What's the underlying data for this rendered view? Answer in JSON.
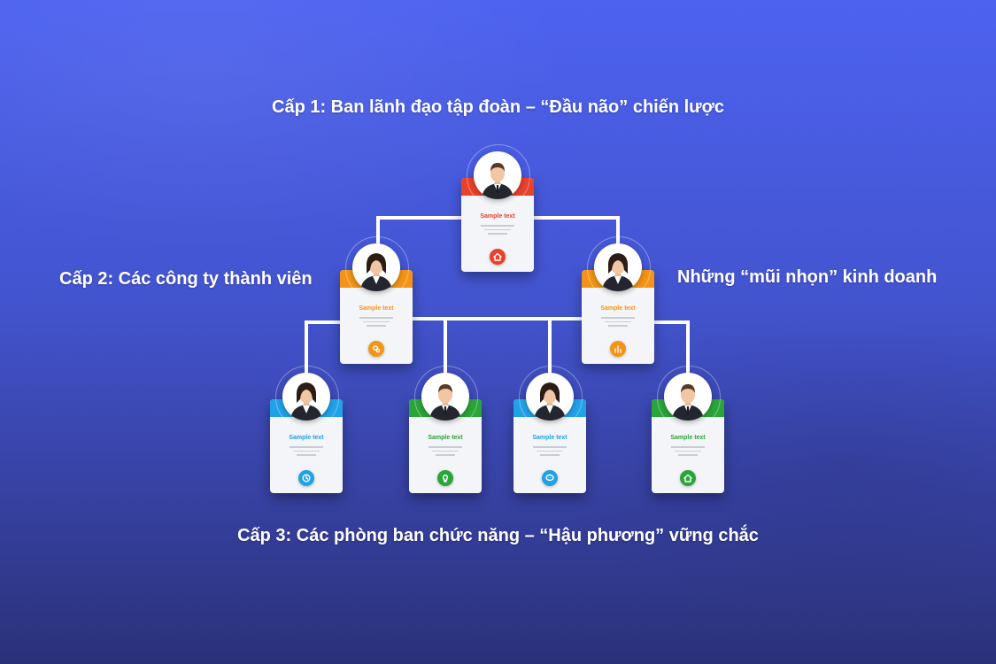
{
  "labels": {
    "level1": "Cấp 1: Ban lãnh đạo tập đoàn – “Đầu não” chiến lược",
    "level2": "Cấp 2: Các công ty thành viên",
    "level2_right": "Những “mũi nhọn” kinh doanh",
    "level3": "Cấp 3: Các phòng ban chức năng – “Hậu phương” vững chắc"
  },
  "nodes": [
    {
      "id": "top",
      "title": "Sample text",
      "color": "#e8412c",
      "person": "male",
      "icon": "house-dollar-icon"
    },
    {
      "id": "mid-left",
      "title": "Sample text",
      "color": "#f39417",
      "person": "female",
      "icon": "gears-icon"
    },
    {
      "id": "mid-right",
      "title": "Sample text",
      "color": "#f39417",
      "person": "female",
      "icon": "bar-chart-icon"
    },
    {
      "id": "bottom-1",
      "title": "Sample text",
      "color": "#21a1e6",
      "person": "female",
      "icon": "clock-icon"
    },
    {
      "id": "bottom-2",
      "title": "Sample text",
      "color": "#2aa53a",
      "person": "male",
      "icon": "lightbulb-icon"
    },
    {
      "id": "bottom-3",
      "title": "Sample text",
      "color": "#21a1e6",
      "person": "female",
      "icon": "chat-bubble-icon"
    },
    {
      "id": "bottom-4",
      "title": "Sample text",
      "color": "#2aa53a",
      "person": "male",
      "icon": "house-dollar-icon"
    }
  ]
}
